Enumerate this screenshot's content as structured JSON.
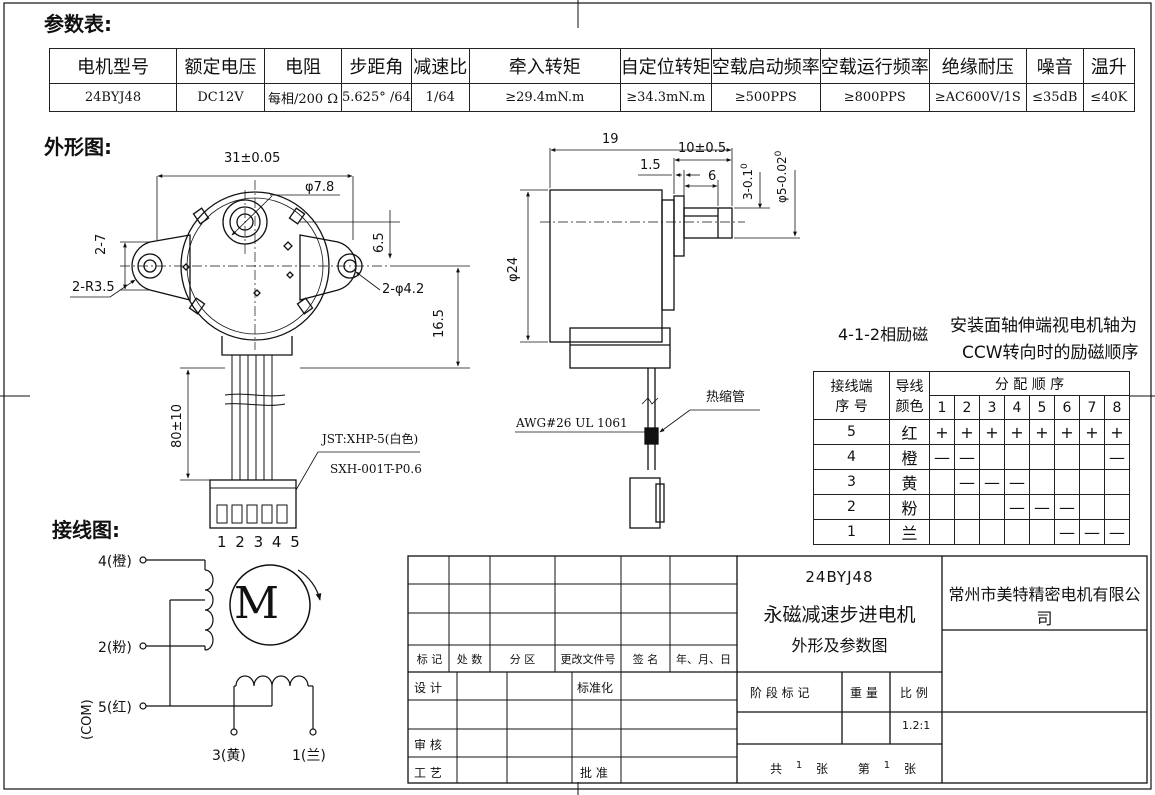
{
  "headings": {
    "params": "参数表:",
    "outline": "外形图:",
    "wiring": "接线图:"
  },
  "spec_table": {
    "headers": [
      "电机型号",
      "额定电压",
      "电阻",
      "步距角",
      "减速比",
      "牵入转矩",
      "自定位转矩",
      "空载启动频率",
      "空载运行频率",
      "绝缘耐压",
      "噪音",
      "温升"
    ],
    "values": [
      "24BYJ48",
      "DC12V",
      "每相/200 Ω",
      "5.625° /64",
      "1/64",
      "≥29.4mN.m",
      "≥34.3mN.m",
      "≥500PPS",
      "≥800PPS",
      "≥AC600V/1S",
      "≤35dB",
      "≤40K"
    ]
  },
  "front_view": {
    "dim_width": "31±0.05",
    "dim_shaft_dia": "φ7.8",
    "dim_holes": "2-φ4.2",
    "dim_radius": "2-R3.5",
    "dim_tab": "2-7",
    "dim_offset": "6.5",
    "dim_height": "16.5",
    "dim_lead": "80±10",
    "connector_type": "JST:XHP-5(白色)",
    "terminal": "SXH-001T-P0.6",
    "pin_numbers": "1 2 3 4 5"
  },
  "side_view": {
    "dim_length": "19",
    "dim_shaft_len": "10±0.5",
    "dim_step": "1.5",
    "dim_flat": "6",
    "dim_flat_tol": "3-0.1",
    "dim_flat_tol_sup": "0",
    "dim_shaft": "φ5-0.02",
    "dim_shaft_sup": "0",
    "dim_body": "φ24",
    "wire": "AWG#26 UL 1061",
    "sleeve": "热缩管"
  },
  "excitation": {
    "mode": "4-1-2相励磁",
    "note_line1": "安装面轴伸端视电机轴为",
    "note_line2": "CCW转向时的励磁顺序",
    "col_terminal_1": "接线端",
    "col_terminal_2": "序 号",
    "col_color_1": "导线",
    "col_color_2": "颜色",
    "col_seq": "分 配 顺 序",
    "steps": [
      "1",
      "2",
      "3",
      "4",
      "5",
      "6",
      "7",
      "8"
    ],
    "rows": [
      {
        "terminal": "5",
        "color": "红",
        "cells": [
          "+",
          "+",
          "+",
          "+",
          "+",
          "+",
          "+",
          "+"
        ]
      },
      {
        "terminal": "4",
        "color": "橙",
        "cells": [
          "—",
          "—",
          "",
          "",
          "",
          "",
          "",
          "—"
        ]
      },
      {
        "terminal": "3",
        "color": "黄",
        "cells": [
          "",
          "—",
          "—",
          "—",
          "",
          "",
          "",
          ""
        ]
      },
      {
        "terminal": "2",
        "color": "粉",
        "cells": [
          "",
          "",
          "",
          "—",
          "—",
          "—",
          "",
          ""
        ]
      },
      {
        "terminal": "1",
        "color": "兰",
        "cells": [
          "",
          "",
          "",
          "",
          "",
          "—",
          "—",
          "—"
        ]
      }
    ]
  },
  "wiring": {
    "motor_letter": "M",
    "w4": "4(橙)",
    "w2": "2(粉)",
    "w5": "5(红)",
    "com": "(COM)",
    "w3": "3(黄)",
    "w1": "1(兰)"
  },
  "title_block": {
    "model": "24BYJ48",
    "name": "永磁减速步进电机",
    "subtitle": "外形及参数图",
    "company": "常州市美特精密电机有限公司",
    "rev_labels": [
      "标 记",
      "处 数",
      "分 区",
      "更改文件号",
      "签 名",
      "年、月、日"
    ],
    "design": "设 计",
    "standard": "标准化",
    "review": "审 核",
    "process": "工 艺",
    "approve": "批 准",
    "stage": "阶 段 标 记",
    "weight": "重 量",
    "scale_label": "比 例",
    "scale": "1.2:1",
    "total": "共",
    "total_n": "1",
    "sheet_unit": "张",
    "sheet": "第",
    "sheet_n": "1",
    "sheet_unit2": "张"
  }
}
